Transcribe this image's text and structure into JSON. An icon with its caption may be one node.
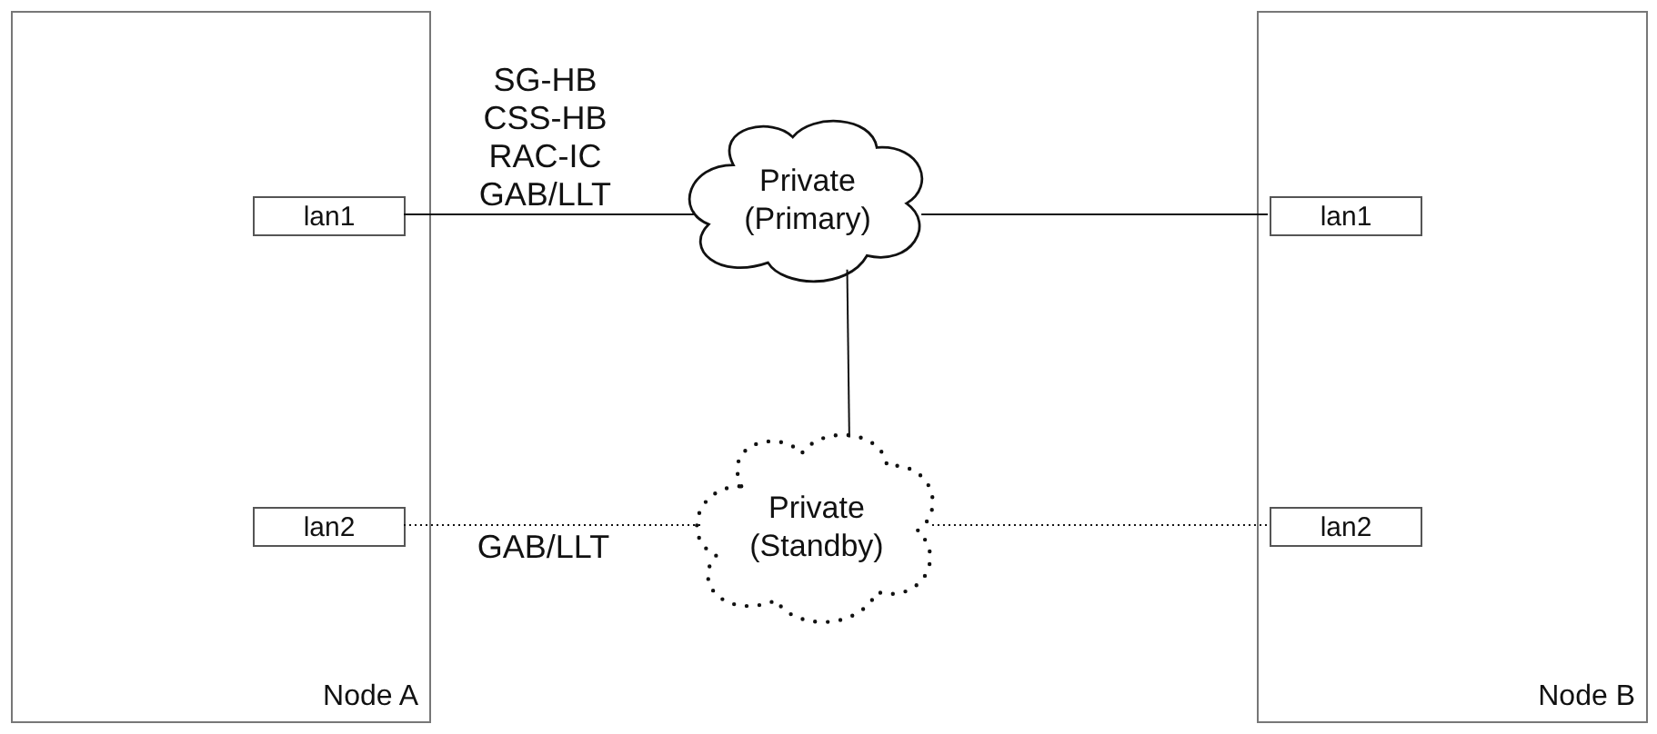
{
  "diagram": {
    "nodes": [
      {
        "text": [
          "Node A"
        ]
      },
      {
        "text": [
          "lan1"
        ],
        "in": 0
      },
      {
        "text": [
          "lan2"
        ],
        "in": 0
      },
      {
        "text": [
          "Node B"
        ]
      },
      {
        "text": [
          "lan1"
        ],
        "in": 3
      },
      {
        "text": [
          "lan2"
        ],
        "in": 3
      },
      {
        "text": [
          "Private (Primary)"
        ]
      },
      {
        "text": [
          "Private (Standby)"
        ]
      }
    ],
    "edges": [
      {
        "from": 1,
        "to": 6,
        "arrow": "none",
        "label": "SG-HB CSS-HB RAC-IC GAB/LLT"
      },
      {
        "from": 6,
        "to": 4,
        "arrow": "none"
      },
      {
        "from": 6,
        "to": 7,
        "arrow": "none"
      },
      {
        "from": 2,
        "to": 7,
        "arrow": "none",
        "style": "dashed",
        "label": "GAB/LLT"
      },
      {
        "from": 7,
        "to": 5,
        "arrow": "none",
        "style": "dashed"
      }
    ]
  }
}
